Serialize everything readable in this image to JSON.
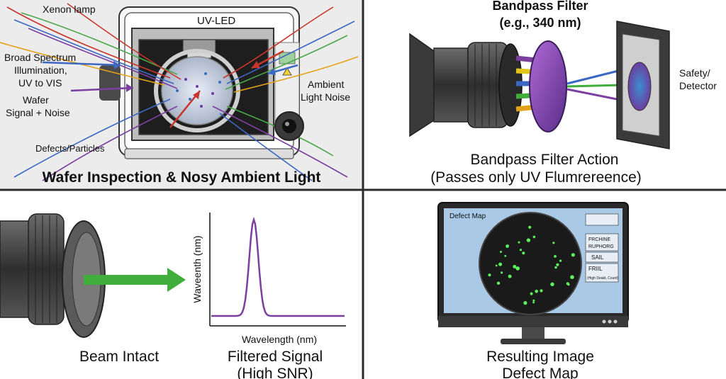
{
  "colors": {
    "divider": "#2b2b2b",
    "panel1_bg": "#ececec",
    "panel3_bg": "#ffffff",
    "curve": "#7b3fa0",
    "beam": "#3fae3a",
    "screen": "#a9c9e6",
    "wafer": "#1a1a1a",
    "defect": "#5cf25c"
  },
  "panel1": {
    "caption": "Wafer Inspection & Nosy Ambient Light",
    "labels": {
      "xenon": "Xenon lamp",
      "uv_led": "UV-LED",
      "broad1": "Broad Spectrum",
      "broad2": "Illumination,",
      "broad3": "UV to VIS",
      "wafer1": "Wafer",
      "wafer2": "Signal + Noise",
      "defects": "Defects/Particles",
      "ambient1": "Ambient",
      "ambient2": "Light Noise"
    }
  },
  "panel2": {
    "title1": "Bandpass Filter",
    "title2": "(e.g., 340 nm)",
    "detector1": "Safety/",
    "detector2": "Detector",
    "caption1": "Bandpass Filter Action",
    "caption2": "(Passes only UV Flumrereence)"
  },
  "panel3": {
    "beam_label": "Beam Intact",
    "y_axis": "Waveenth (nm)",
    "x_axis": "Wavelength (nm)",
    "caption1": "Filtered Signal",
    "caption2": "(High SNR)"
  },
  "panel4": {
    "screen_title": "Defect Map",
    "side_labels": [
      "FRCHINE",
      "RUPHORG",
      "SAIL",
      "FRIIL",
      "(High Deakt, Count)"
    ],
    "caption1": "Resulting Image",
    "caption2": "Defect Map"
  }
}
